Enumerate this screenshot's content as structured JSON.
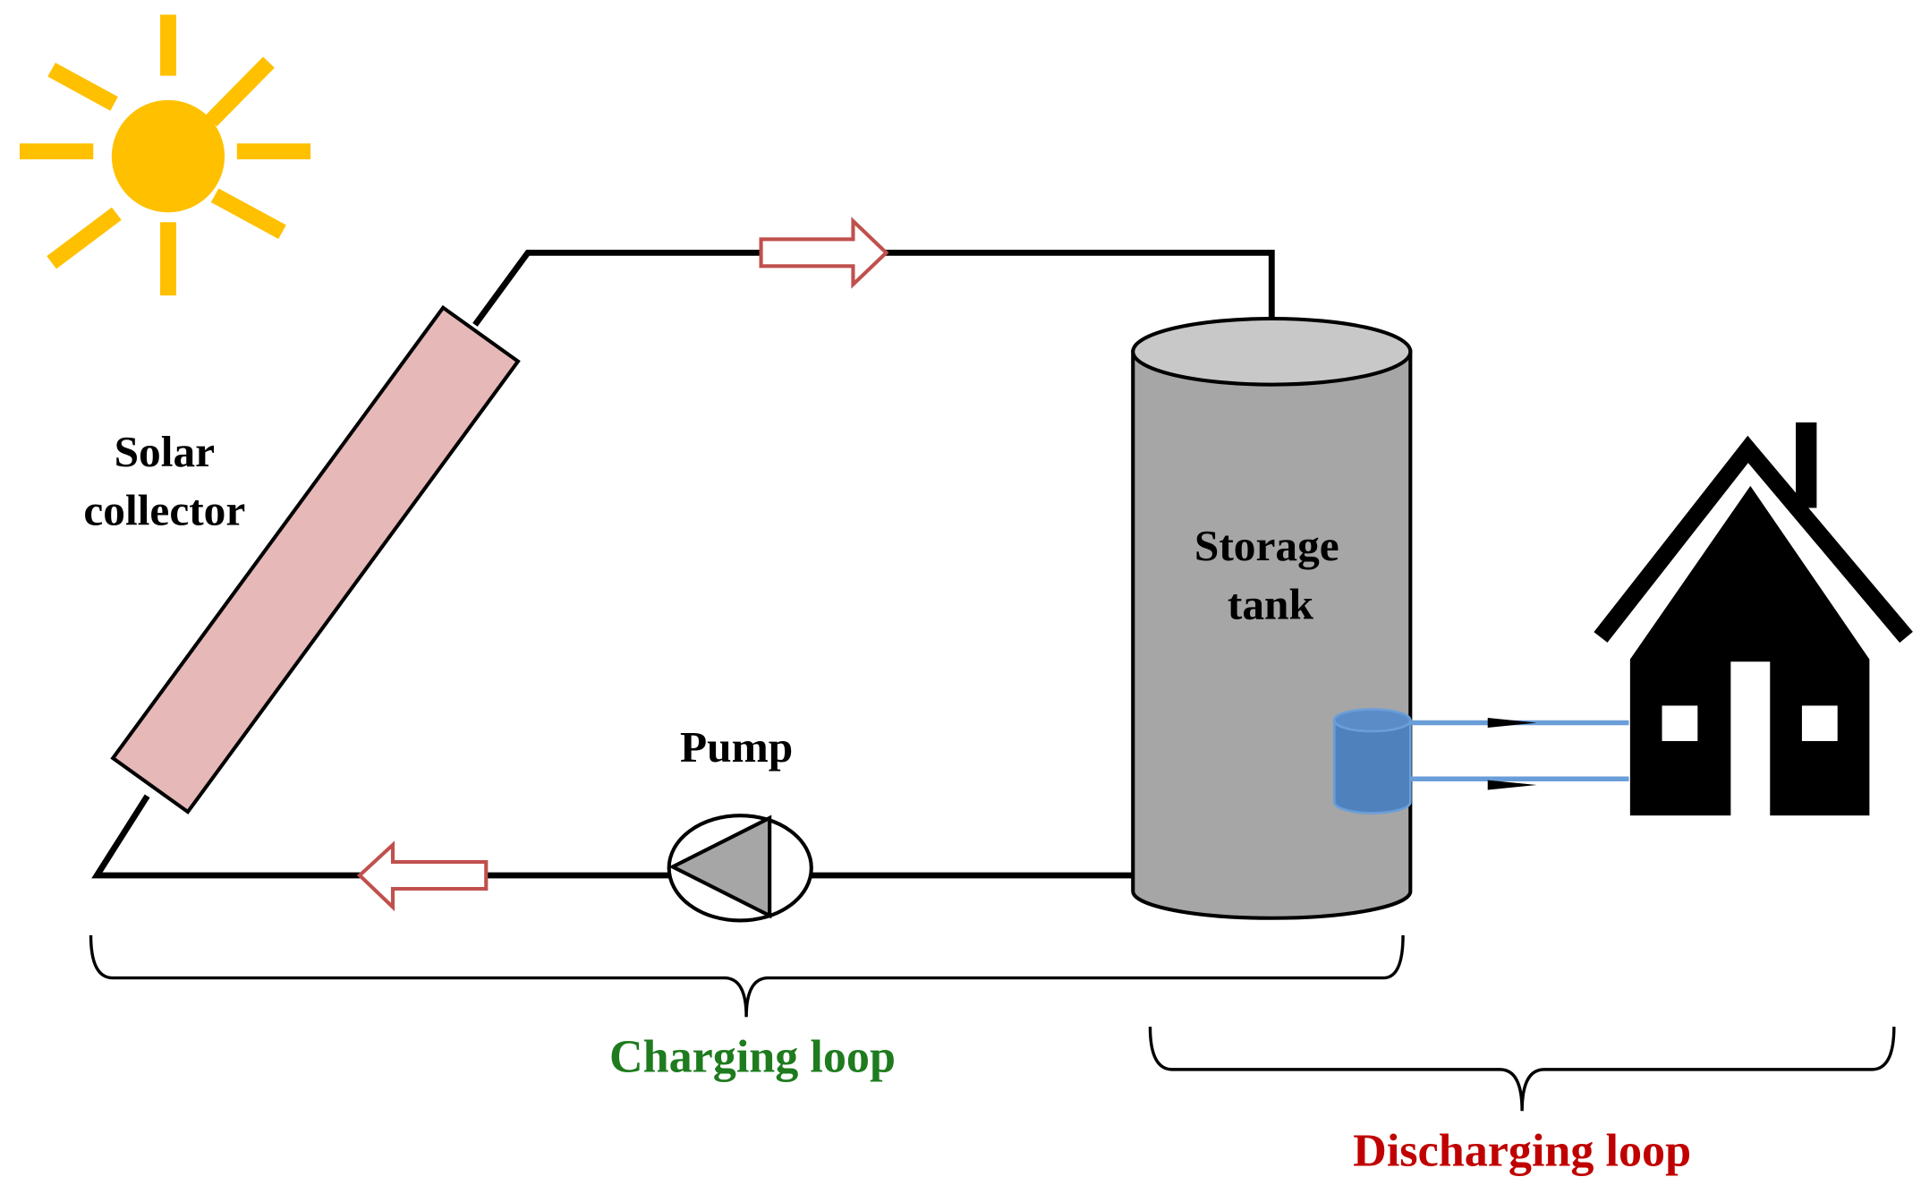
{
  "labels": {
    "solar_collector_line1": "Solar",
    "solar_collector_line2": "collector",
    "storage_tank_line1": "Storage",
    "storage_tank_line2": "tank",
    "pump": "Pump",
    "charging_loop": "Charging loop",
    "discharging_loop": "Discharging loop"
  },
  "icons": {
    "sun": "sun-icon",
    "house": "house-icon",
    "pump": "pump-icon",
    "heat_exchanger": "heat-exchanger-icon"
  },
  "colors": {
    "sun": "#FFC000",
    "collector_fill": "#E6B8B8",
    "tank_body": "#A6A6A6",
    "tank_top": "#C8C8C8",
    "flow_arrow_stroke": "#C0504D",
    "exchanger_fill": "#4F81BD",
    "exchanger_pipes": "#6A9ED8",
    "charging_loop_text": "#1E7B1E",
    "discharging_loop_text": "#C00000",
    "line": "#000000"
  }
}
